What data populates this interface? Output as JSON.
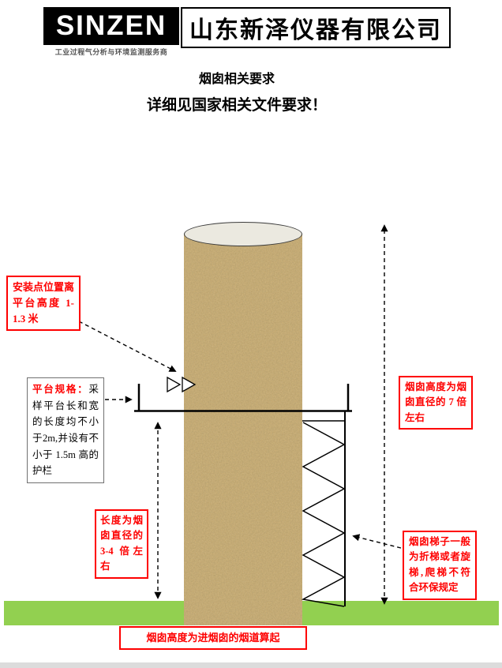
{
  "header": {
    "logo_text": "SINZEN",
    "tagline": "工业过程气分析与环境监测服务商",
    "company": "山东新泽仪器有限公司"
  },
  "headings": {
    "h1": "烟囱相关要求",
    "h2": "详细见国家相关文件要求！"
  },
  "boxes": {
    "install_point": "安装点位置离平台高度 1-1.3 米",
    "platform_title": "平台规格：",
    "platform_body": "采样平台长和宽的长度均不小于2m,并设有不小于 1.5m 高的护栏",
    "length_note": "长度为烟囱直径的 3-4 倍左右",
    "height_note": "烟囱高度为烟囱直径的 7 倍左右",
    "ladder_note": "烟囱梯子一般为折梯或者旋梯,爬梯不符合环保规定",
    "base_note": "烟囱高度为进烟囱的烟道算起"
  },
  "colors": {
    "accent_red": "#FE0000",
    "ground_green": "#92D050",
    "chimney_tan": "#C9AA6D",
    "logo_background": "#000000"
  }
}
